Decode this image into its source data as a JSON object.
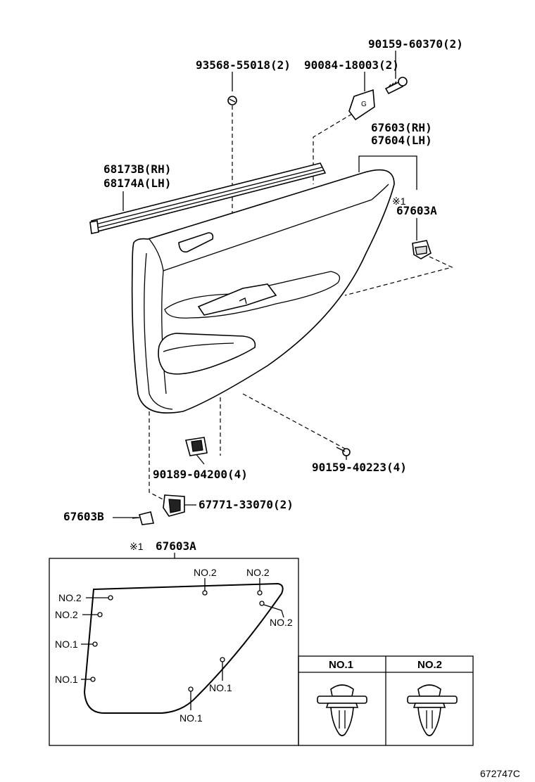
{
  "parts": {
    "bolt_top": "90159-60370(2)",
    "clip_top": "93568-55018(2)",
    "bracket": "90084-18003(2)",
    "panel_rh": "67603(RH)",
    "panel_lh": "67604(LH)",
    "weatherstrip_rh": "68173B(RH)",
    "weatherstrip_lh": "68174A(LH)",
    "note_mark": "※1",
    "clip_set": "67603A",
    "retainer": "90189-04200(4)",
    "screw": "90159-40223(4)",
    "clip_b": "67603B",
    "holder": "67771-33070(2)"
  },
  "detail": {
    "mark": "※1",
    "title": "67603A",
    "clip_labels": [
      "NO.2",
      "NO.2",
      "NO.2",
      "NO.2",
      "NO.1",
      "NO.1",
      "NO.1",
      "NO.1",
      "NO.2"
    ],
    "legend": [
      {
        "label": "NO.1"
      },
      {
        "label": "NO.2"
      }
    ]
  },
  "diagram_id": "672747C"
}
